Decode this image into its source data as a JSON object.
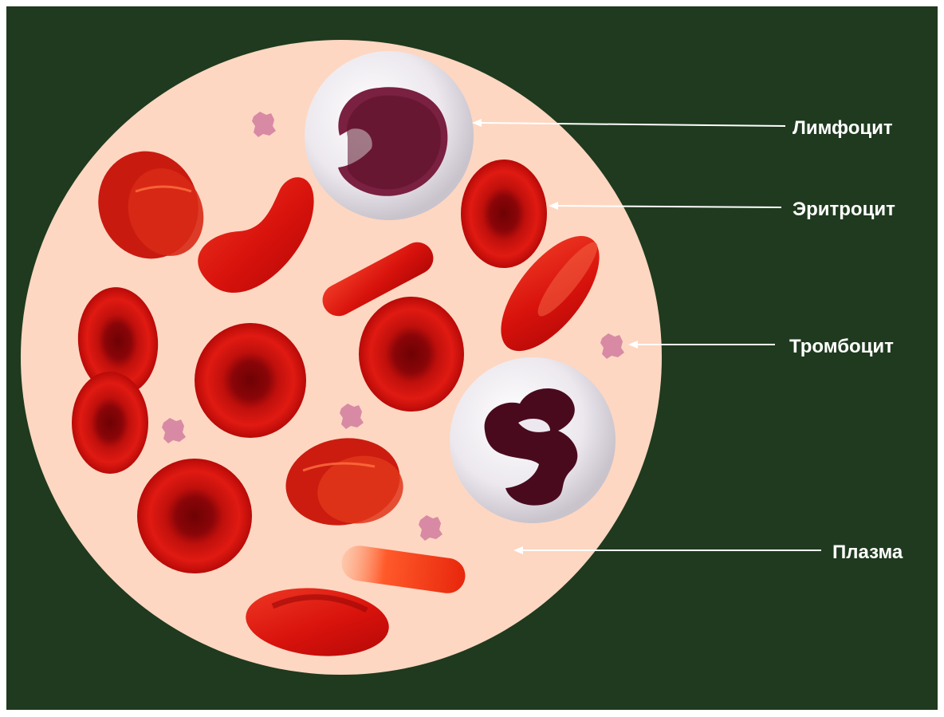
{
  "colors": {
    "background": "#1f3a1e",
    "plasma": "#fdd7c2",
    "erythrocyte": "#d9120d",
    "leukocyte": "#eeeaf0",
    "nucleus": "#5a1028",
    "platelet": "#d88aa4",
    "arrow": "#ffffff",
    "label": "#ffffff"
  },
  "labels": {
    "lymphocyte": "Лимфоцит",
    "erythrocyte": "Эритроцит",
    "thrombocyte": "Тромбоцит",
    "plasma": "Плазма"
  }
}
